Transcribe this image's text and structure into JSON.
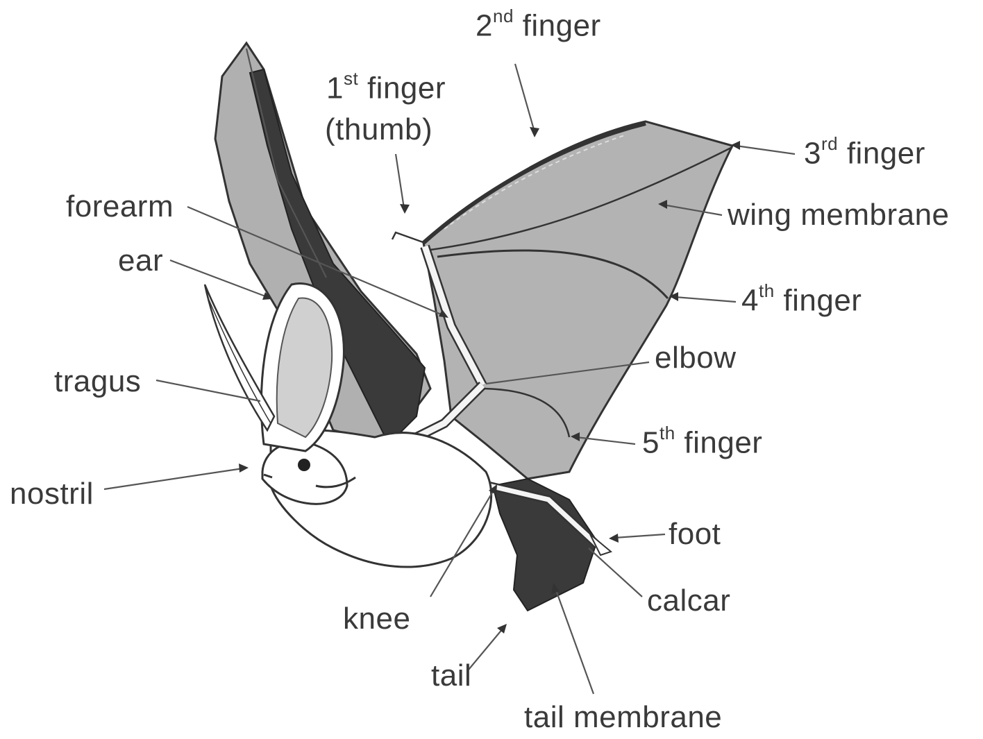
{
  "diagram": {
    "labels": {
      "finger2": {
        "num": "2",
        "sup": "nd",
        "text": " finger"
      },
      "finger1": {
        "num": "1",
        "sup": "st",
        "text": " finger",
        "line2": "(thumb)"
      },
      "finger3": {
        "num": "3",
        "sup": "rd",
        "text": " finger"
      },
      "wing_membrane": "wing membrane",
      "finger4": {
        "num": "4",
        "sup": "th",
        "text": " finger"
      },
      "elbow": "elbow",
      "finger5": {
        "num": "5",
        "sup": "th",
        "text": " finger"
      },
      "forearm": "forearm",
      "ear": "ear",
      "tragus": "tragus",
      "nostril": "nostril",
      "foot": "foot",
      "calcar": "calcar",
      "knee": "knee",
      "tail": "tail",
      "tail_membrane": "tail membrane"
    },
    "colors": {
      "membrane": "#b3b3b3",
      "dark_membrane": "#3a3a3a",
      "body": "#ffffff",
      "outline": "#333333",
      "text": "#3a3a3a"
    }
  }
}
